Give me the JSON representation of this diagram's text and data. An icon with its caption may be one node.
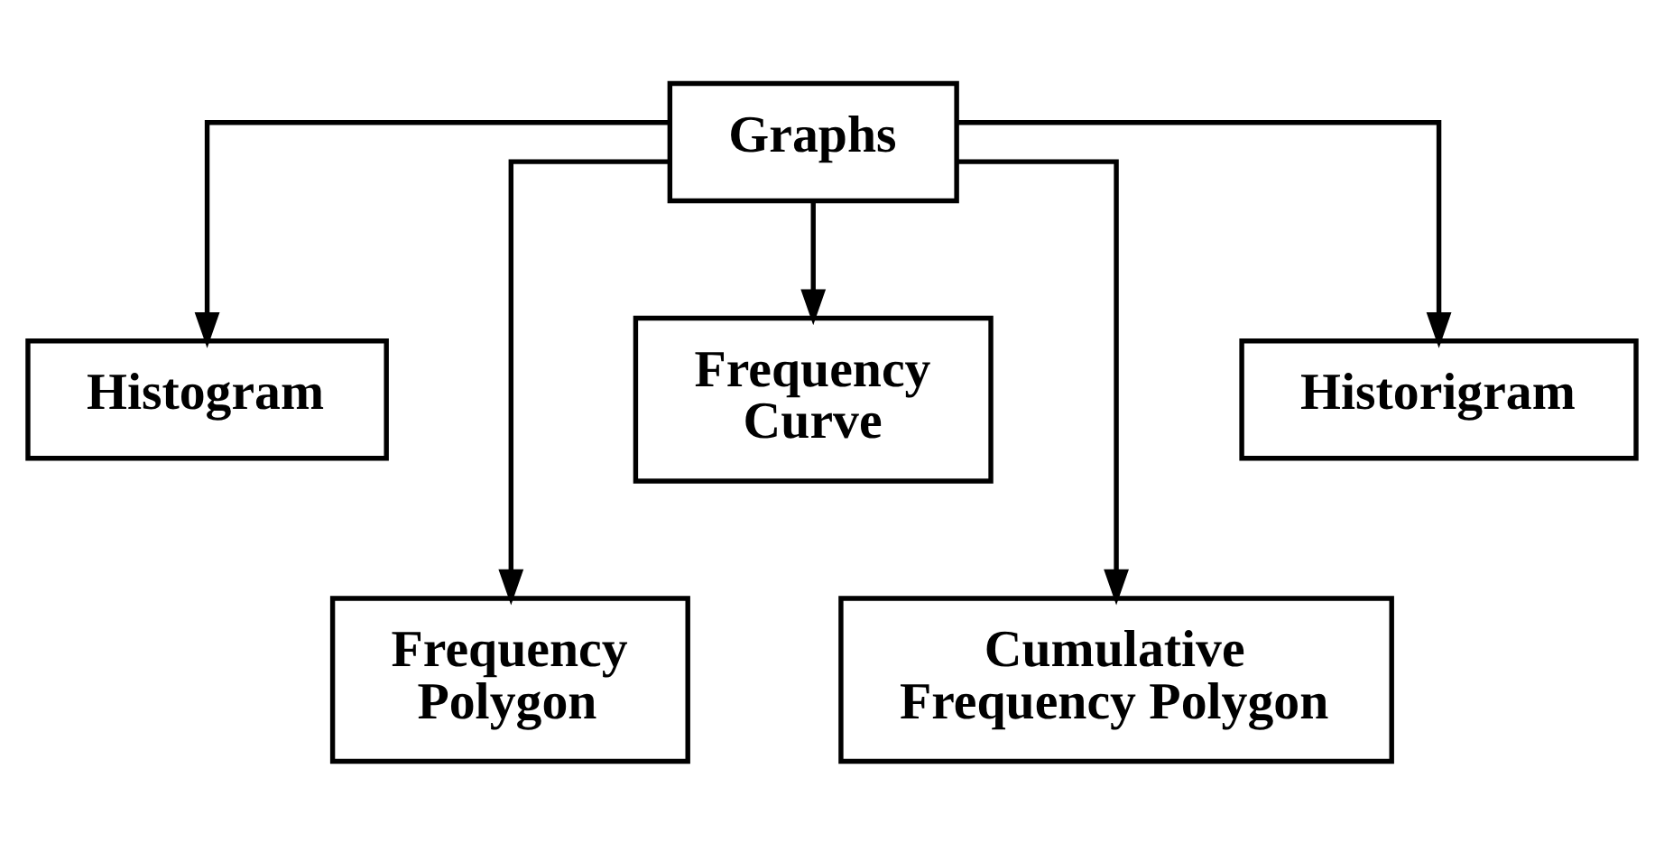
{
  "diagram": {
    "nodes": [
      {
        "text": [
          "Graphs"
        ]
      },
      {
        "text": [
          "Histogram"
        ]
      },
      {
        "text": [
          "Frequency Polygon"
        ]
      },
      {
        "text": [
          "Frequency Curve"
        ]
      },
      {
        "text": [
          "Cumulative Frequency Polygon"
        ]
      },
      {
        "text": [
          "Historigram"
        ]
      }
    ],
    "edges": [
      {
        "from": 0,
        "to": 1,
        "arrow": "to"
      },
      {
        "from": 0,
        "to": 2,
        "arrow": "to"
      },
      {
        "from": 0,
        "to": 3,
        "arrow": "to"
      },
      {
        "from": 0,
        "to": 4,
        "arrow": "to"
      },
      {
        "from": 0,
        "to": 5,
        "arrow": "to"
      }
    ]
  }
}
